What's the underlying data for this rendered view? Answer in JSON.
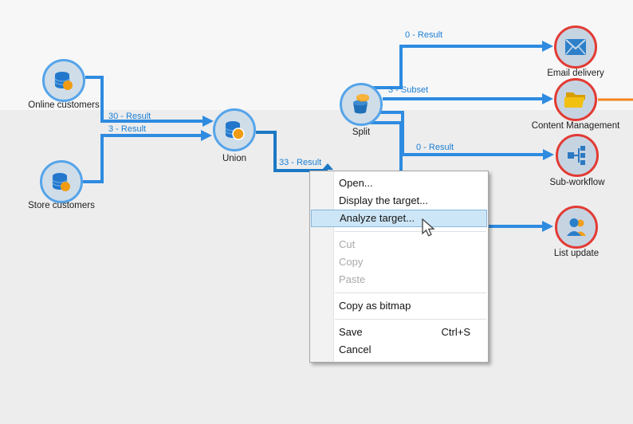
{
  "colors": {
    "edge_blue": "#2e8be0",
    "edge_blue_dark": "#1b78c4",
    "edge_label_blue": "#1b7fd4",
    "node_blue_fill": "#cfdde9",
    "node_blue_border": "#55a4e9",
    "target_ring_red": "#e23b34",
    "target_fill": "#c6d4e2",
    "orange_line": "#f0861c",
    "menu_highlight_bg": "#cde6f7",
    "menu_highlight_border": "#86b6dd"
  },
  "workflow": {
    "nodes": [
      {
        "id": "online-customers",
        "label": "Online customers",
        "icon": "database-icon",
        "kind": "source"
      },
      {
        "id": "store-customers",
        "label": "Store customers",
        "icon": "database-icon",
        "kind": "source"
      },
      {
        "id": "union",
        "label": "Union",
        "icon": "database-icon",
        "kind": "operation"
      },
      {
        "id": "split",
        "label": "Split",
        "icon": "split-icon",
        "kind": "operation"
      },
      {
        "id": "email-delivery",
        "label": "Email delivery",
        "icon": "envelope-icon",
        "kind": "target"
      },
      {
        "id": "content-management",
        "label": "Content Management",
        "icon": "folder-icon",
        "kind": "target"
      },
      {
        "id": "sub-workflow",
        "label": "Sub-workflow",
        "icon": "hierarchy-icon",
        "kind": "target"
      },
      {
        "id": "list-update",
        "label": "List update",
        "icon": "people-icon",
        "kind": "target"
      }
    ],
    "edge_labels": [
      {
        "id": "online-to-union",
        "label": "30 - Result"
      },
      {
        "id": "store-to-union",
        "label": "3 - Result"
      },
      {
        "id": "union-output",
        "label": "33 - Result"
      },
      {
        "id": "split-to-email",
        "label": "0 - Result"
      },
      {
        "id": "split-to-content",
        "label": "3 - Subset"
      },
      {
        "id": "split-to-subworkflow",
        "label": "0 - Result"
      }
    ]
  },
  "context_menu": {
    "items": [
      {
        "label": "Open...",
        "enabled": true
      },
      {
        "label": "Display the target...",
        "enabled": true
      },
      {
        "label": "Analyze target...",
        "enabled": true,
        "highlighted": true
      },
      {
        "label": "Cut",
        "enabled": false
      },
      {
        "label": "Copy",
        "enabled": false
      },
      {
        "label": "Paste",
        "enabled": false
      },
      {
        "label": "Copy as bitmap",
        "enabled": true
      },
      {
        "label": "Save",
        "shortcut": "Ctrl+S",
        "enabled": true
      },
      {
        "label": "Cancel",
        "enabled": true
      }
    ]
  }
}
